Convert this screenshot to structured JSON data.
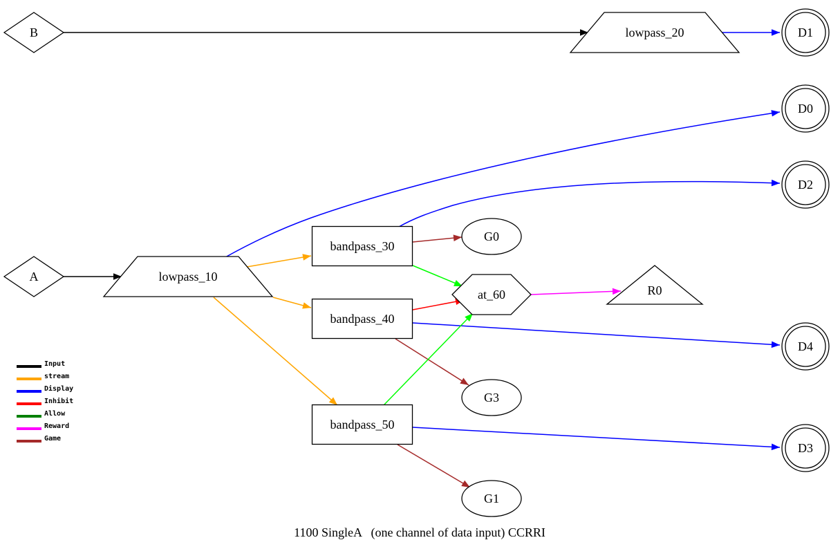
{
  "diagram": {
    "caption": "1100 SingleA   (one channel of data input) CCRRI",
    "nodes": [
      {
        "id": "B",
        "label": "B",
        "shape": "diamond"
      },
      {
        "id": "A",
        "label": "A",
        "shape": "diamond"
      },
      {
        "id": "lowpass_20",
        "label": "lowpass_20",
        "shape": "trapezium"
      },
      {
        "id": "lowpass_10",
        "label": "lowpass_10",
        "shape": "trapezium"
      },
      {
        "id": "bandpass_30",
        "label": "bandpass_30",
        "shape": "box"
      },
      {
        "id": "bandpass_40",
        "label": "bandpass_40",
        "shape": "box"
      },
      {
        "id": "bandpass_50",
        "label": "bandpass_50",
        "shape": "box"
      },
      {
        "id": "at_60",
        "label": "at_60",
        "shape": "hexagon"
      },
      {
        "id": "R0",
        "label": "R0",
        "shape": "triangle"
      },
      {
        "id": "G0",
        "label": "G0",
        "shape": "ellipse"
      },
      {
        "id": "G3",
        "label": "G3",
        "shape": "ellipse"
      },
      {
        "id": "G1",
        "label": "G1",
        "shape": "ellipse"
      },
      {
        "id": "D1",
        "label": "D1",
        "shape": "doublecircle"
      },
      {
        "id": "D0",
        "label": "D0",
        "shape": "doublecircle"
      },
      {
        "id": "D2",
        "label": "D2",
        "shape": "doublecircle"
      },
      {
        "id": "D4",
        "label": "D4",
        "shape": "doublecircle"
      },
      {
        "id": "D3",
        "label": "D3",
        "shape": "doublecircle"
      }
    ],
    "edges": [
      {
        "from": "B",
        "to": "lowpass_20",
        "type": "Input"
      },
      {
        "from": "lowpass_20",
        "to": "D1",
        "type": "Display"
      },
      {
        "from": "A",
        "to": "lowpass_10",
        "type": "Input"
      },
      {
        "from": "lowpass_10",
        "to": "D0",
        "type": "Display"
      },
      {
        "from": "lowpass_10",
        "to": "bandpass_30",
        "type": "stream"
      },
      {
        "from": "lowpass_10",
        "to": "bandpass_40",
        "type": "stream"
      },
      {
        "from": "lowpass_10",
        "to": "bandpass_50",
        "type": "stream"
      },
      {
        "from": "bandpass_30",
        "to": "D2",
        "type": "Display"
      },
      {
        "from": "bandpass_30",
        "to": "G0",
        "type": "Game"
      },
      {
        "from": "bandpass_30",
        "to": "at_60",
        "type": "Allow"
      },
      {
        "from": "bandpass_40",
        "to": "at_60",
        "type": "Inhibit"
      },
      {
        "from": "bandpass_40",
        "to": "D4",
        "type": "Display"
      },
      {
        "from": "bandpass_40",
        "to": "G3",
        "type": "Game"
      },
      {
        "from": "bandpass_50",
        "to": "at_60",
        "type": "Allow"
      },
      {
        "from": "bandpass_50",
        "to": "D3",
        "type": "Display"
      },
      {
        "from": "bandpass_50",
        "to": "G1",
        "type": "Game"
      },
      {
        "from": "at_60",
        "to": "R0",
        "type": "Reward"
      }
    ],
    "edge_colors": {
      "Input": "#000000",
      "stream": "#ffa500",
      "Display": "#0000ff",
      "Inhibit": "#ff0000",
      "Allow": "#00ff00",
      "Allow_legend": "#008000",
      "Reward": "#ff00ff",
      "Game": "#a52a2a"
    },
    "legend": [
      {
        "label": "Input",
        "color": "#000000"
      },
      {
        "label": "stream",
        "color": "#ffa500"
      },
      {
        "label": "Display",
        "color": "#0000ff"
      },
      {
        "label": "Inhibit",
        "color": "#ff0000"
      },
      {
        "label": "Allow",
        "color": "#008000"
      },
      {
        "label": "Reward",
        "color": "#ff00ff"
      },
      {
        "label": "Game",
        "color": "#a52a2a"
      }
    ]
  }
}
